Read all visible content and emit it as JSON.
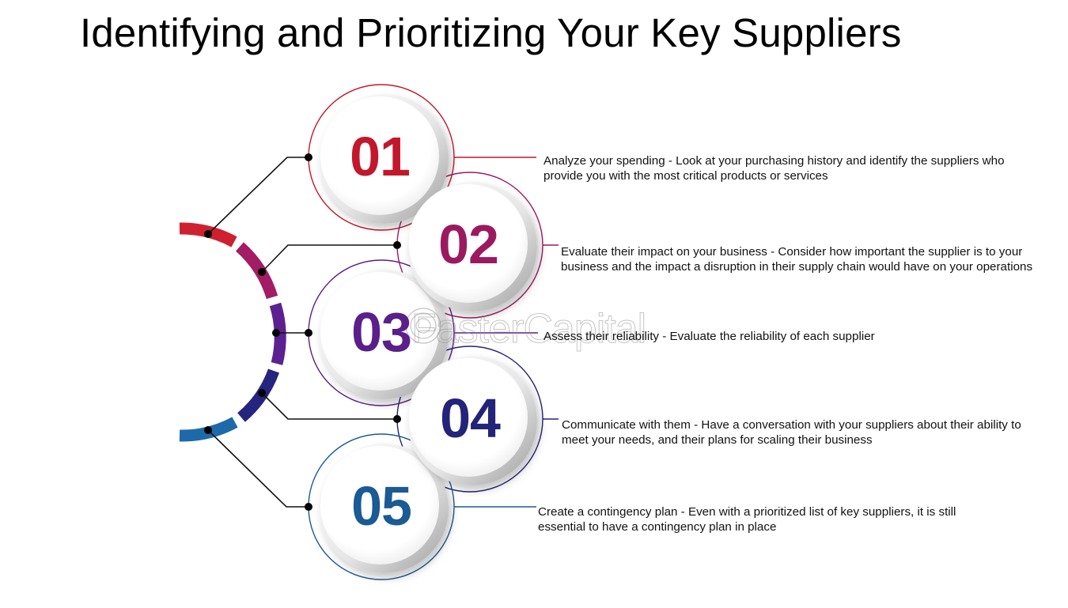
{
  "title": "Identifying and Prioritizing Your Key Suppliers",
  "watermark": "FasterCapital",
  "colors": {
    "step1": "#c1182c",
    "step2": "#9b1a5f",
    "step3": "#5a1f8a",
    "step4": "#23237a",
    "step5": "#1a5a95",
    "connector": "#111111"
  },
  "steps": [
    {
      "number": "01",
      "text": "Analyze your spending - Look at your purchasing history and identify the suppliers who provide you with the most critical products or services"
    },
    {
      "number": "02",
      "text": "Evaluate their impact on your business - Consider how important the supplier is to your business and the impact a disruption in their supply chain would have on your operations"
    },
    {
      "number": "03",
      "text": "Assess their reliability - Evaluate the reliability of each supplier"
    },
    {
      "number": "04",
      "text": "Communicate with them - Have a conversation with your suppliers about their ability to meet your needs, and their plans for scaling their business"
    },
    {
      "number": "05",
      "text": "Create a contingency plan - Even with a prioritized list of key suppliers, it is still essential to have a contingency plan in place"
    }
  ]
}
